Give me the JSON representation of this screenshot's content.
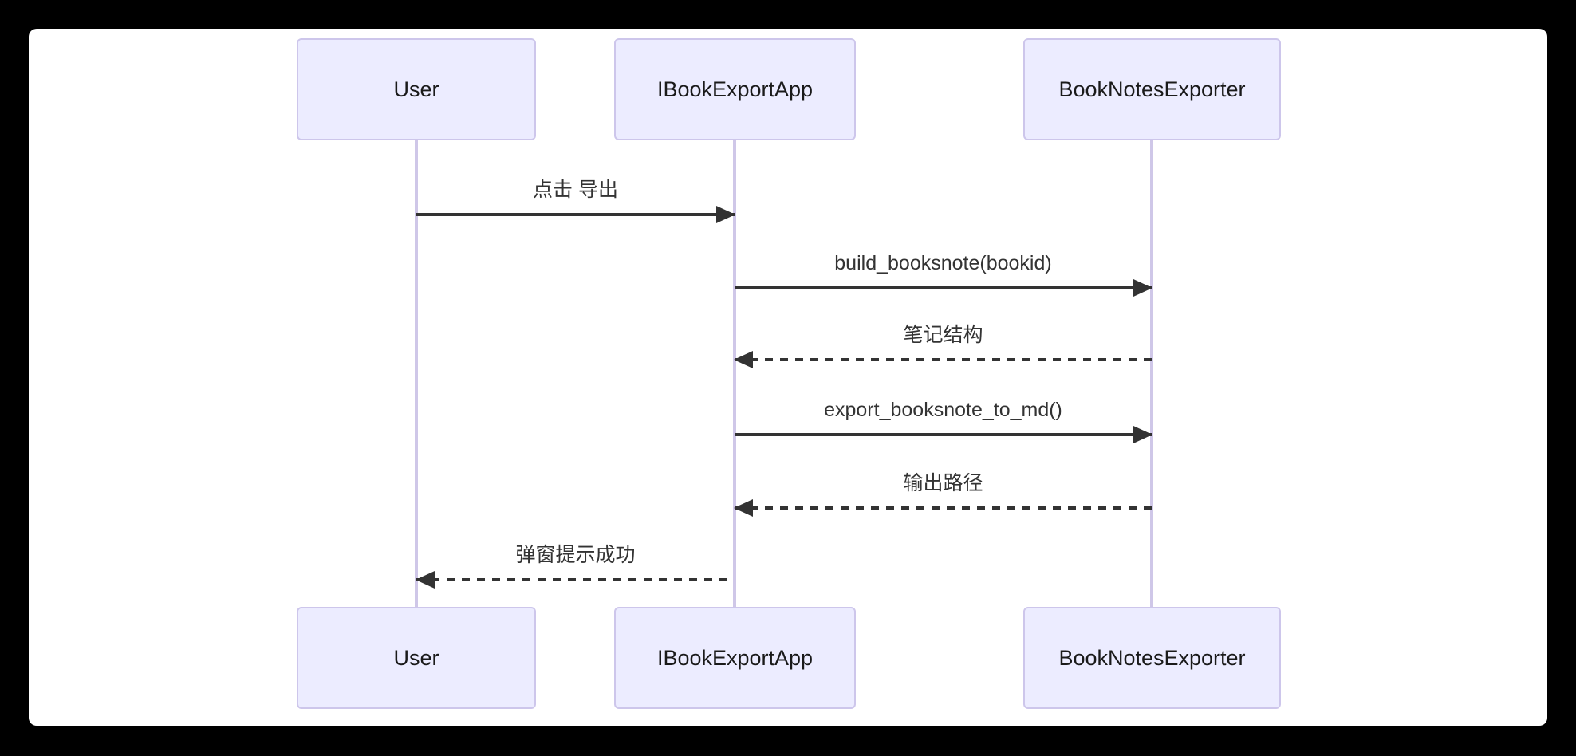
{
  "diagram": {
    "type": "sequence",
    "actors": [
      {
        "name": "User"
      },
      {
        "name": "IBookExportApp"
      },
      {
        "name": "BookNotesExporter"
      }
    ],
    "messages": [
      {
        "from": "User",
        "to": "IBookExportApp",
        "label": "点击 导出",
        "line": "solid",
        "direction": "right"
      },
      {
        "from": "IBookExportApp",
        "to": "BookNotesExporter",
        "label": "build_booksnote(bookid)",
        "line": "solid",
        "direction": "right"
      },
      {
        "from": "BookNotesExporter",
        "to": "IBookExportApp",
        "label": "笔记结构",
        "line": "dashed",
        "direction": "left"
      },
      {
        "from": "IBookExportApp",
        "to": "BookNotesExporter",
        "label": "export_booksnote_to_md()",
        "line": "solid",
        "direction": "right"
      },
      {
        "from": "BookNotesExporter",
        "to": "IBookExportApp",
        "label": "输出路径",
        "line": "dashed",
        "direction": "left"
      },
      {
        "from": "IBookExportApp",
        "to": "User",
        "label": "弹窗提示成功",
        "line": "dashed",
        "direction": "left"
      }
    ],
    "colors": {
      "background": "#000000",
      "canvas": "#ffffff",
      "actor_fill": "#ececff",
      "actor_border": "#cdc6eb",
      "lifeline": "#cfc7e8",
      "arrow": "#333333",
      "message_text": "#333333",
      "actor_text": "#1a1a1a"
    }
  }
}
